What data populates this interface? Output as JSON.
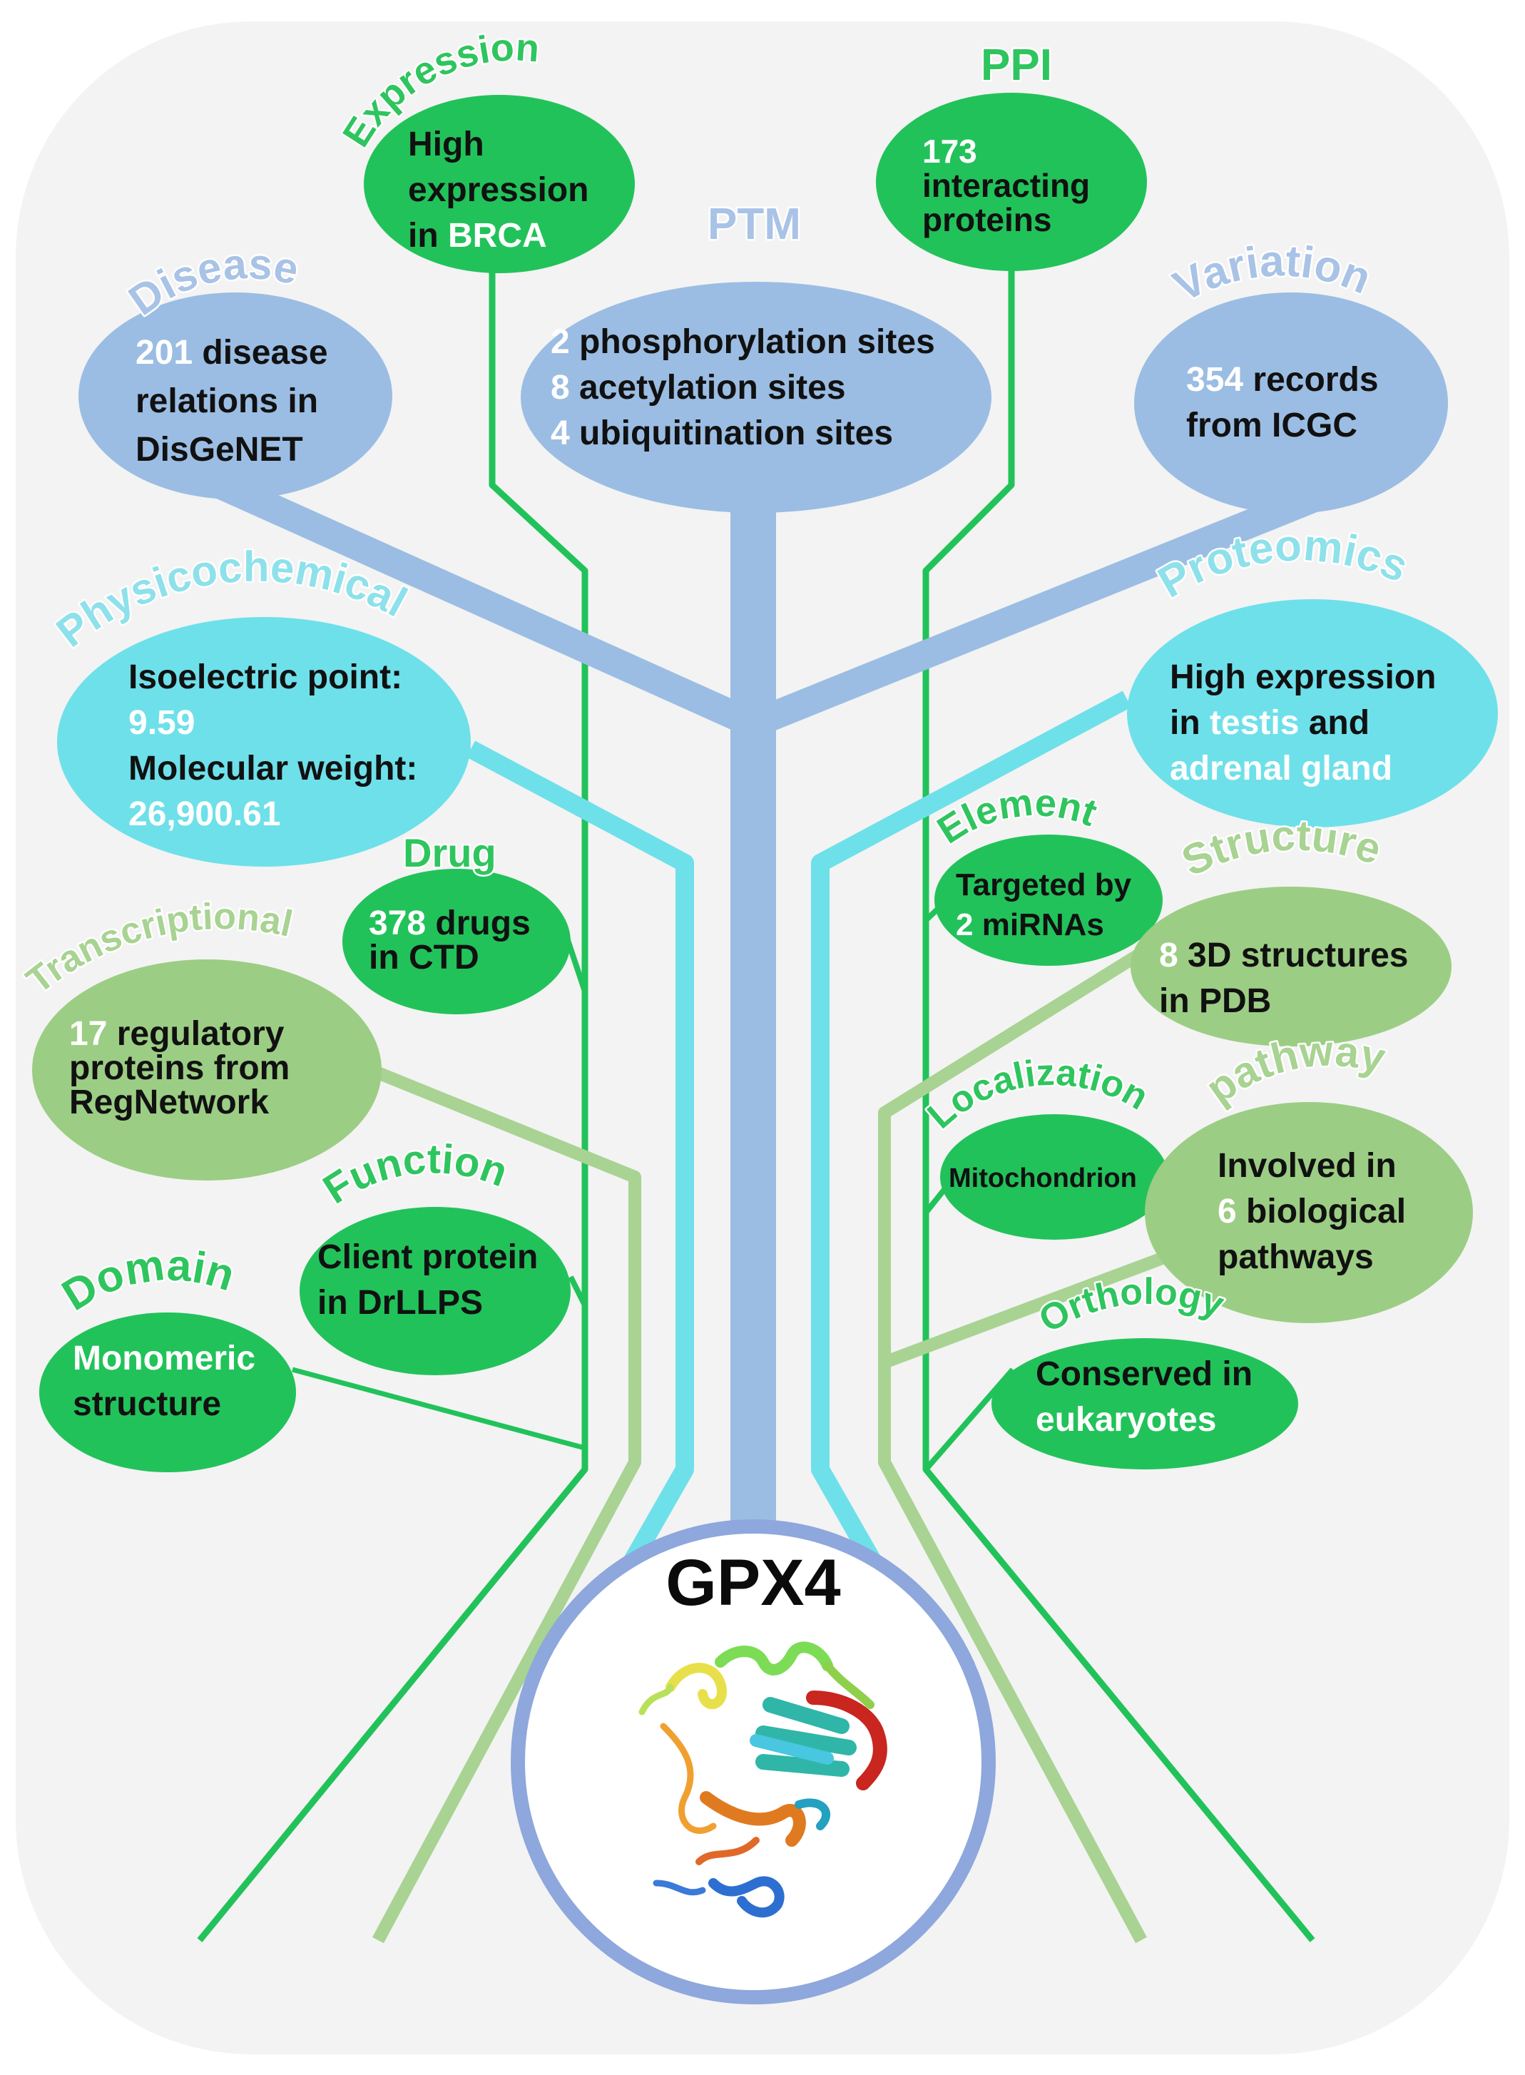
{
  "colors": {
    "background_panel": "#f3f3f3",
    "blue": "#9bbde3",
    "blue_label": "#a9c3e6",
    "cyan": "#6ee0ea",
    "cyan_label": "#8ee1ea",
    "green": "#22c25a",
    "green_label": "#2fc55e",
    "olive": "#9ccd84",
    "olive_label": "#a8d392",
    "circle_outline": "#8ea7dc",
    "highlight_text": "#ffffff"
  },
  "center": {
    "title": "GPX4",
    "image_icon": "protein-structure-ribbon"
  },
  "nodes": {
    "expression": {
      "label": "Expression",
      "lines": [
        [
          "High"
        ],
        [
          "expression"
        ],
        [
          "in ",
          {
            "h": "BRCA"
          }
        ]
      ]
    },
    "ppi": {
      "label": "PPI",
      "lines": [
        [
          {
            "h": "173"
          }
        ],
        [
          "interacting"
        ],
        [
          "proteins"
        ]
      ]
    },
    "ptm": {
      "label": "PTM",
      "lines": [
        [
          {
            "h": "2"
          },
          " phosphorylation sites"
        ],
        [
          {
            "h": "8"
          },
          " acetylation sites"
        ],
        [
          {
            "h": "4"
          },
          " ubiquitination sites"
        ]
      ]
    },
    "disease": {
      "label": "Disease",
      "lines": [
        [
          {
            "h": "201"
          },
          " disease"
        ],
        [
          "relations in"
        ],
        [
          "DisGeNET"
        ]
      ]
    },
    "variation": {
      "label": "Variation",
      "lines": [
        [
          {
            "h": "354"
          },
          " records"
        ],
        [
          "from ICGC"
        ]
      ]
    },
    "physicochemical": {
      "label": "Physicochemical",
      "lines": [
        [
          "Isoelectric point:"
        ],
        [
          {
            "h": "9.59"
          }
        ],
        [
          "Molecular weight:"
        ],
        [
          {
            "h": "26,900.61"
          }
        ]
      ]
    },
    "proteomics": {
      "label": "Proteomics",
      "lines": [
        [
          "High expression"
        ],
        [
          "in ",
          {
            "h": "testis"
          },
          " and"
        ],
        [
          {
            "h": "adrenal gland"
          }
        ]
      ]
    },
    "drug": {
      "label": "Drug",
      "lines": [
        [
          {
            "h": "378"
          },
          " drugs"
        ],
        [
          "in CTD"
        ]
      ]
    },
    "element": {
      "label": "Element",
      "lines": [
        [
          "Targeted by"
        ],
        [
          {
            "h": "2"
          },
          " miRNAs"
        ]
      ]
    },
    "transcriptional": {
      "label": "Transcriptional",
      "lines": [
        [
          {
            "h": "17"
          },
          " regulatory"
        ],
        [
          "proteins from"
        ],
        [
          "RegNetwork"
        ]
      ]
    },
    "structure": {
      "label": "Structure",
      "lines": [
        [
          {
            "h": "8"
          },
          " 3D structures"
        ],
        [
          "in PDB"
        ]
      ]
    },
    "localization": {
      "label": "Localization",
      "lines": [
        [
          "Mitochondrion"
        ]
      ]
    },
    "pathway": {
      "label": "pathway",
      "lines": [
        [
          "Involved in"
        ],
        [
          {
            "h": "6"
          },
          " biological"
        ],
        [
          "pathways"
        ]
      ]
    },
    "function": {
      "label": "Function",
      "lines": [
        [
          "Client protein"
        ],
        [
          "in DrLLPS"
        ]
      ]
    },
    "domain": {
      "label": "Domain",
      "lines": [
        [
          {
            "h": "Monomeric"
          }
        ],
        [
          "structure"
        ]
      ]
    },
    "orthology": {
      "label": "Orthology",
      "lines": [
        [
          "Conserved in"
        ],
        [
          {
            "h": "eukaryotes"
          }
        ]
      ]
    }
  }
}
